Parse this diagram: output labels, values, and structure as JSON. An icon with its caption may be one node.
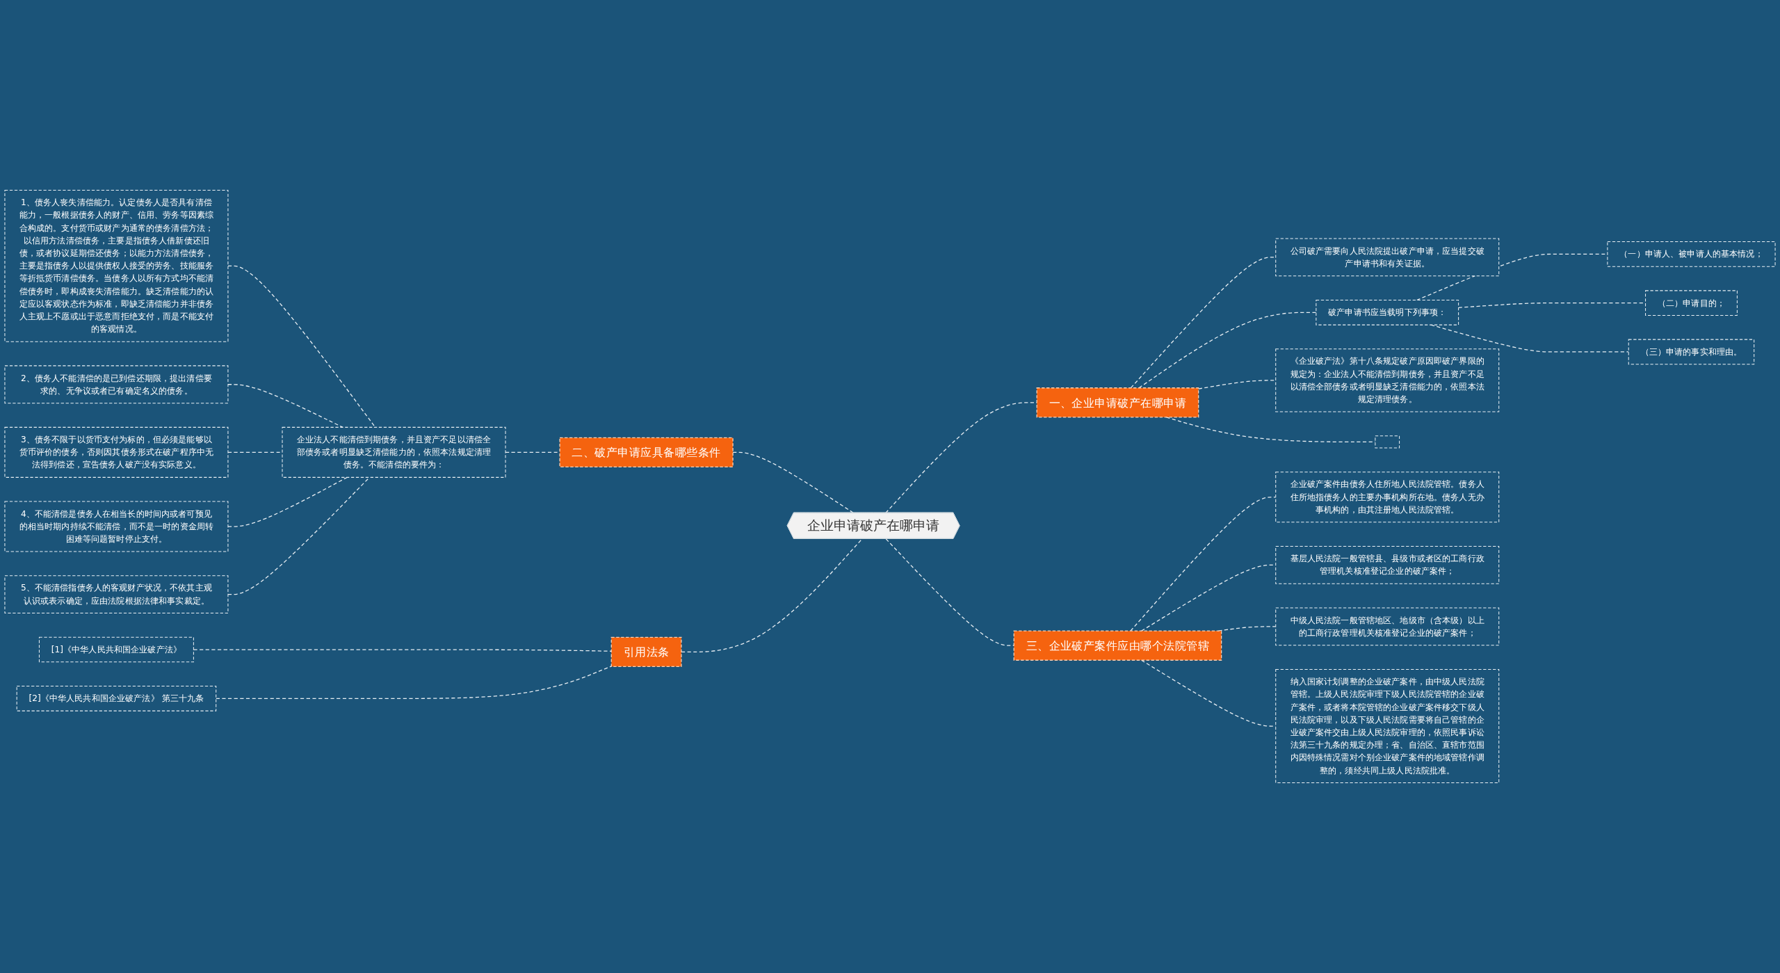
{
  "diagram": {
    "nodes": [
      {
        "text": [
          "企业申请破产在哪申请"
        ]
      },
      {
        "text": [
          "一、企业申请破产在哪申请"
        ]
      },
      {
        "text": [
          "公司破产需要向人民法院提出破产申请，应当提交破产申请书和有关证据。"
        ]
      },
      {
        "text": [
          "破产申请书应当载明下列事项："
        ]
      },
      {
        "text": [
          "（一）申请人、被申请人的基本情况；"
        ]
      },
      {
        "text": [
          "（二）申请目的；"
        ]
      },
      {
        "text": [
          "（三）申请的事实和理由。"
        ]
      },
      {
        "text": [
          "《企业破产法》第十八条规定破产原因即破产界限的规定为：企业法人不能清偿到期债务，并且资产不足以清偿全部债务或者明显缺乏清偿能力的，依照本法规定清理债务。"
        ]
      },
      {
        "text": [],
        "shape": "box"
      },
      {
        "text": [
          "三、企业破产案件应由哪个法院管辖"
        ]
      },
      {
        "text": [
          "企业破产案件由债务人住所地人民法院管辖。债务人住所地指债务人的主要办事机构所在地。债务人无办事机构的，由其注册地人民法院管辖。"
        ]
      },
      {
        "text": [
          "基层人民法院一般管辖县、县级市或者区的工商行政管理机关核准登记企业的破产案件；"
        ]
      },
      {
        "text": [
          "中级人民法院一般管辖地区、地级市（含本级）以上的工商行政管理机关核准登记企业的破产案件；"
        ]
      },
      {
        "text": [
          "纳入国家计划调整的企业破产案件，由中级人民法院管辖。上级人民法院审理下级人民法院管辖的企业破产案件，或者将本院管辖的企业破产案件移交下级人民法院审理，以及下级人民法院需要将自己管辖的企业破产案件交由上级人民法院审理的，依照民事诉讼法第三十九条的规定办理；省、自治区、直辖市范围内因特殊情况需对个别企业破产案件的地域管辖作调整的，须经共同上级人民法院批准。"
        ]
      },
      {
        "text": [
          "二、破产申请应具备哪些条件"
        ]
      },
      {
        "text": [
          "企业法人不能清偿到期债务，并且资产不足以清偿全部债务或者明显缺乏清偿能力的，依照本法规定清理债务。不能清偿的要件为："
        ]
      },
      {
        "text": [
          "1、债务人丧失清偿能力。认定债务人是否具有清偿能力，一般根据债务人的财产、信用、劳务等因素综合构成的。支付货币或财产为通常的债务清偿方法；以信用方法清偿债务，主要是指债务人借新债还旧债，或者协议延期偿还债务；以能力方法清偿债务，主要是指债务人以提供债权人接受的劳务、技能服务等折抵货币清偿债务。当债务人以所有方式均不能清偿债务时，即构成丧失清偿能力。缺乏清偿能力的认定应以客观状态作为标准，即缺乏清偿能力并非债务人主观上不愿或出于恶意而拒绝支付，而是不能支付的客观情况。"
        ]
      },
      {
        "text": [
          "2、债务人不能清偿的是已到偿还期限，提出清偿要求的、无争议或者已有确定名义的债务。"
        ]
      },
      {
        "text": [
          "3、债务不限于以货币支付为标的，但必须是能够以货币评价的债务，否则因其债务形式在破产程序中无法得到偿还，宣告债务人破产没有实际意义。"
        ]
      },
      {
        "text": [
          "4、不能清偿是债务人在相当长的时间内或者可预见的相当时期内持续不能清偿，而不是一时的资金周转困难等问题暂时停止支付。"
        ]
      },
      {
        "text": [
          "5、不能清偿指债务人的客观财产状况，不依其主观认识或表示确定，应由法院根据法律和事实裁定。"
        ]
      },
      {
        "text": [
          "引用法条"
        ]
      },
      {
        "text": [
          "[1]《中华人民共和国企业破产法》"
        ]
      },
      {
        "text": [
          "[2]《中华人民共和国企业破产法》 第三十九条"
        ]
      }
    ],
    "edges": [
      {
        "from": 0,
        "to": 1,
        "arrow": "none",
        "style": "dashed"
      },
      {
        "from": 1,
        "to": 2,
        "arrow": "none",
        "style": "dashed"
      },
      {
        "from": 1,
        "to": 3,
        "arrow": "none",
        "style": "dashed"
      },
      {
        "from": 3,
        "to": 4,
        "arrow": "none",
        "style": "dashed"
      },
      {
        "from": 3,
        "to": 5,
        "arrow": "none",
        "style": "dashed"
      },
      {
        "from": 3,
        "to": 6,
        "arrow": "none",
        "style": "dashed"
      },
      {
        "from": 1,
        "to": 7,
        "arrow": "none",
        "style": "dashed"
      },
      {
        "from": 1,
        "to": 8,
        "arrow": "none",
        "style": "dashed"
      },
      {
        "from": 0,
        "to": 9,
        "arrow": "none",
        "style": "dashed"
      },
      {
        "from": 9,
        "to": 10,
        "arrow": "none",
        "style": "dashed"
      },
      {
        "from": 9,
        "to": 11,
        "arrow": "none",
        "style": "dashed"
      },
      {
        "from": 9,
        "to": 12,
        "arrow": "none",
        "style": "dashed"
      },
      {
        "from": 9,
        "to": 13,
        "arrow": "none",
        "style": "dashed"
      },
      {
        "from": 0,
        "to": 14,
        "arrow": "none",
        "style": "dashed"
      },
      {
        "from": 14,
        "to": 15,
        "arrow": "none",
        "style": "dashed"
      },
      {
        "from": 15,
        "to": 16,
        "arrow": "none",
        "style": "dashed"
      },
      {
        "from": 15,
        "to": 17,
        "arrow": "none",
        "style": "dashed"
      },
      {
        "from": 15,
        "to": 18,
        "arrow": "none",
        "style": "dashed"
      },
      {
        "from": 15,
        "to": 19,
        "arrow": "none",
        "style": "dashed"
      },
      {
        "from": 15,
        "to": 20,
        "arrow": "none",
        "style": "dashed"
      },
      {
        "from": 0,
        "to": 21,
        "arrow": "none",
        "style": "dashed"
      },
      {
        "from": 21,
        "to": 22,
        "arrow": "none",
        "style": "dashed"
      },
      {
        "from": 21,
        "to": 23,
        "arrow": "none",
        "style": "dashed"
      }
    ]
  }
}
